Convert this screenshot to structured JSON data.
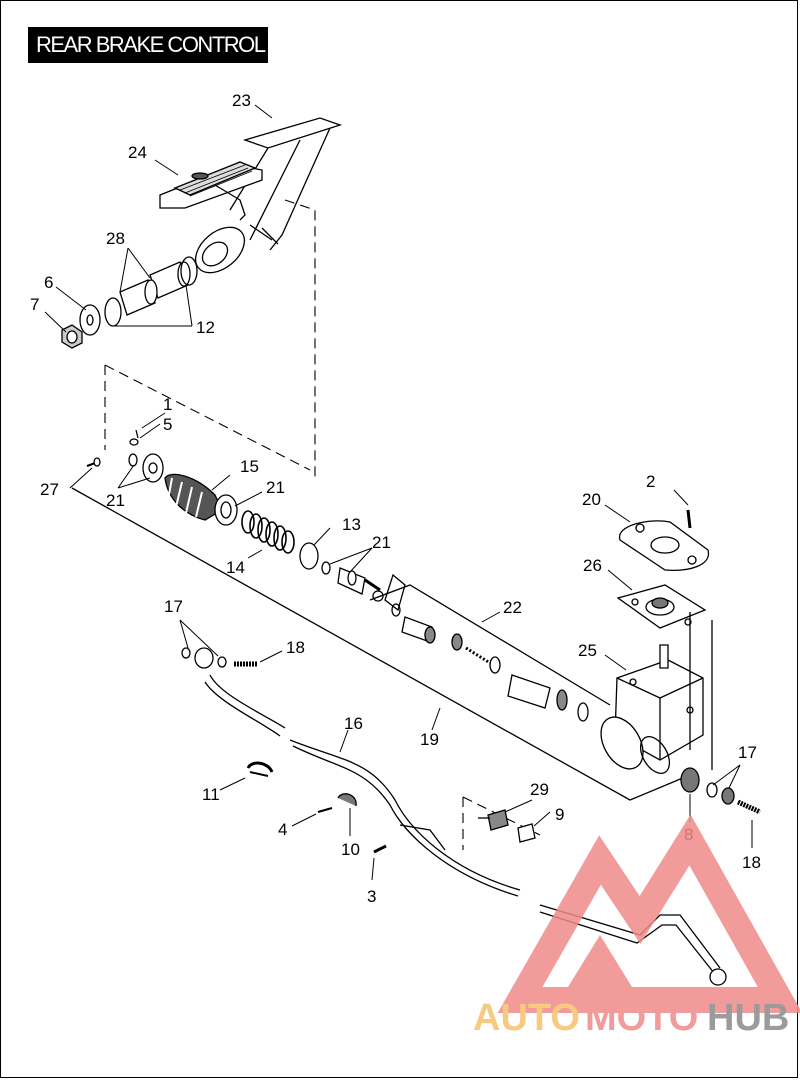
{
  "title": "REAR BRAKE CONTROL",
  "callouts": {
    "c1": "1",
    "c2": "2",
    "c3": "3",
    "c4": "4",
    "c5": "5",
    "c6": "6",
    "c7": "7",
    "c8": "8",
    "c9": "9",
    "c10": "10",
    "c11": "11",
    "c12": "12",
    "c13": "13",
    "c14": "14",
    "c15": "15",
    "c16": "16",
    "c17a": "17",
    "c17b": "17",
    "c18a": "18",
    "c18b": "18",
    "c19": "19",
    "c20": "20",
    "c21a": "21",
    "c21b": "21",
    "c21c": "21",
    "c22": "22",
    "c23": "23",
    "c24": "24",
    "c25": "25",
    "c26": "26",
    "c27": "27",
    "c28": "28",
    "c29": "29"
  },
  "watermark": {
    "part1": "AUTO",
    "part2": "MOTO",
    "part3": "HUB",
    "color1": "#f5c26b",
    "color2": "#f08a8a",
    "color3": "#8a8a8a"
  }
}
